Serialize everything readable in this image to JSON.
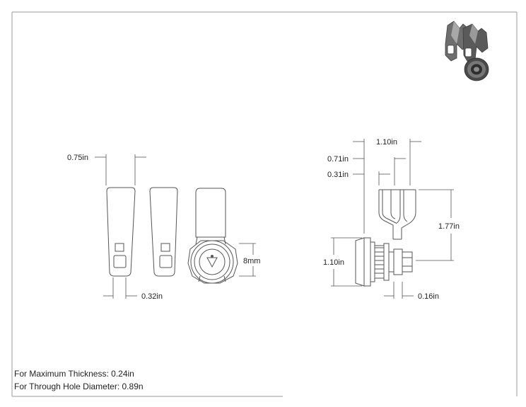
{
  "dimensions": {
    "lever_width": "0.75in",
    "square_width": "0.32in",
    "flat_size": "8mm",
    "overall_width": "1.10in",
    "offset_a": "0.71in",
    "offset_b": "0.31in",
    "overall_height": "1.77in",
    "body_height": "1.10in",
    "shaft_length": "0.16in"
  },
  "notes": {
    "max_thickness": "For Maximum Thickness: 0.24in",
    "hole_diameter": "For Through Hole Diameter: 0.89n"
  },
  "colors": {
    "line": "#555555",
    "frame": "#9a9a9a",
    "render_dark": "#3c3c3c",
    "render_mid": "#6e6e6e",
    "render_light": "#a8a8a8"
  }
}
